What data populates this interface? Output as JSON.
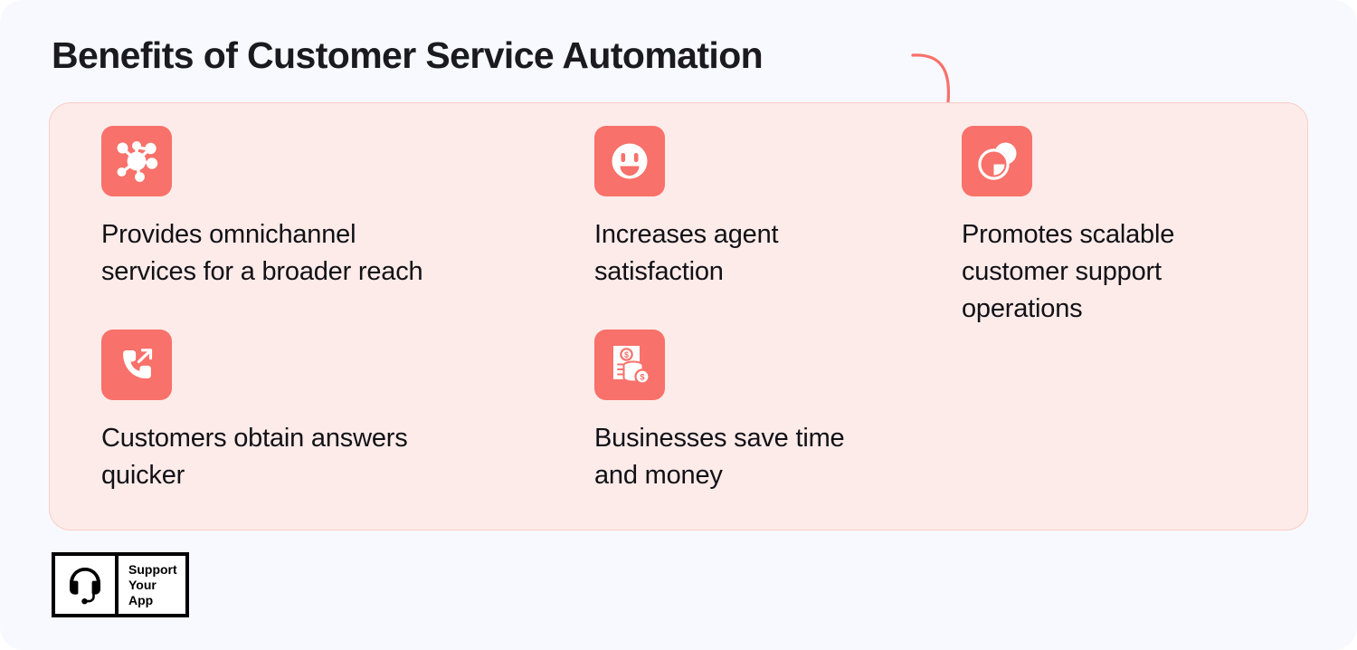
{
  "page": {
    "background_color": "#f8f9fe",
    "title": "Benefits of Customer Service Automation"
  },
  "decoration": {
    "arrow_name": "curved-arrow-down",
    "arrow_color": "#f8716a"
  },
  "card": {
    "background_color": "#fdebe9",
    "border_color": "#fbcdc6",
    "icon_tile_color": "#f8716a",
    "benefits": [
      {
        "icon": "network-hub-icon",
        "text": "Provides omnichannel services for a broader reach"
      },
      {
        "icon": "smiley-face-icon",
        "text": "Increases agent satisfaction"
      },
      {
        "icon": "scalable-circles-icon",
        "text": "Promotes scalable customer support operations"
      },
      {
        "icon": "phone-outgoing-call-icon",
        "text": "Customers obtain answers quicker"
      },
      {
        "icon": "invoice-money-coins-icon",
        "text": "Businesses save time and money"
      }
    ]
  },
  "logo": {
    "icon": "headset-icon",
    "line1": "Support",
    "line2": "Your",
    "line3": "App"
  }
}
